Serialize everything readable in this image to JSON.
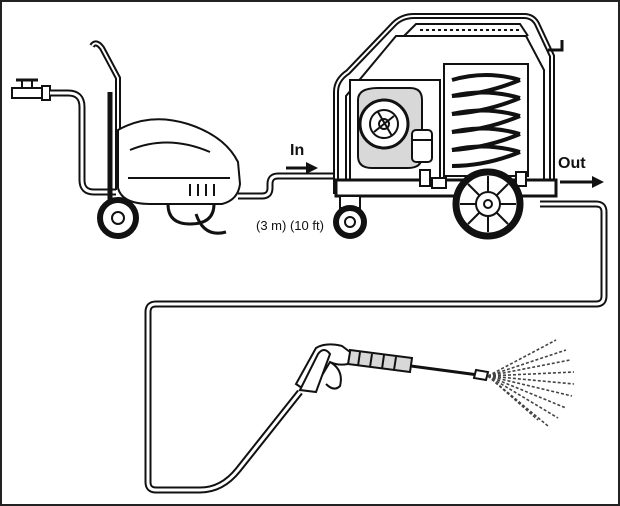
{
  "diagram": {
    "labels": {
      "inlet": "In",
      "outlet": "Out",
      "hose_length": "(3 m) (10 ft)"
    },
    "colors": {
      "line": "#111111",
      "fill": "#ffffff",
      "shade": "#d8d8d8"
    }
  }
}
